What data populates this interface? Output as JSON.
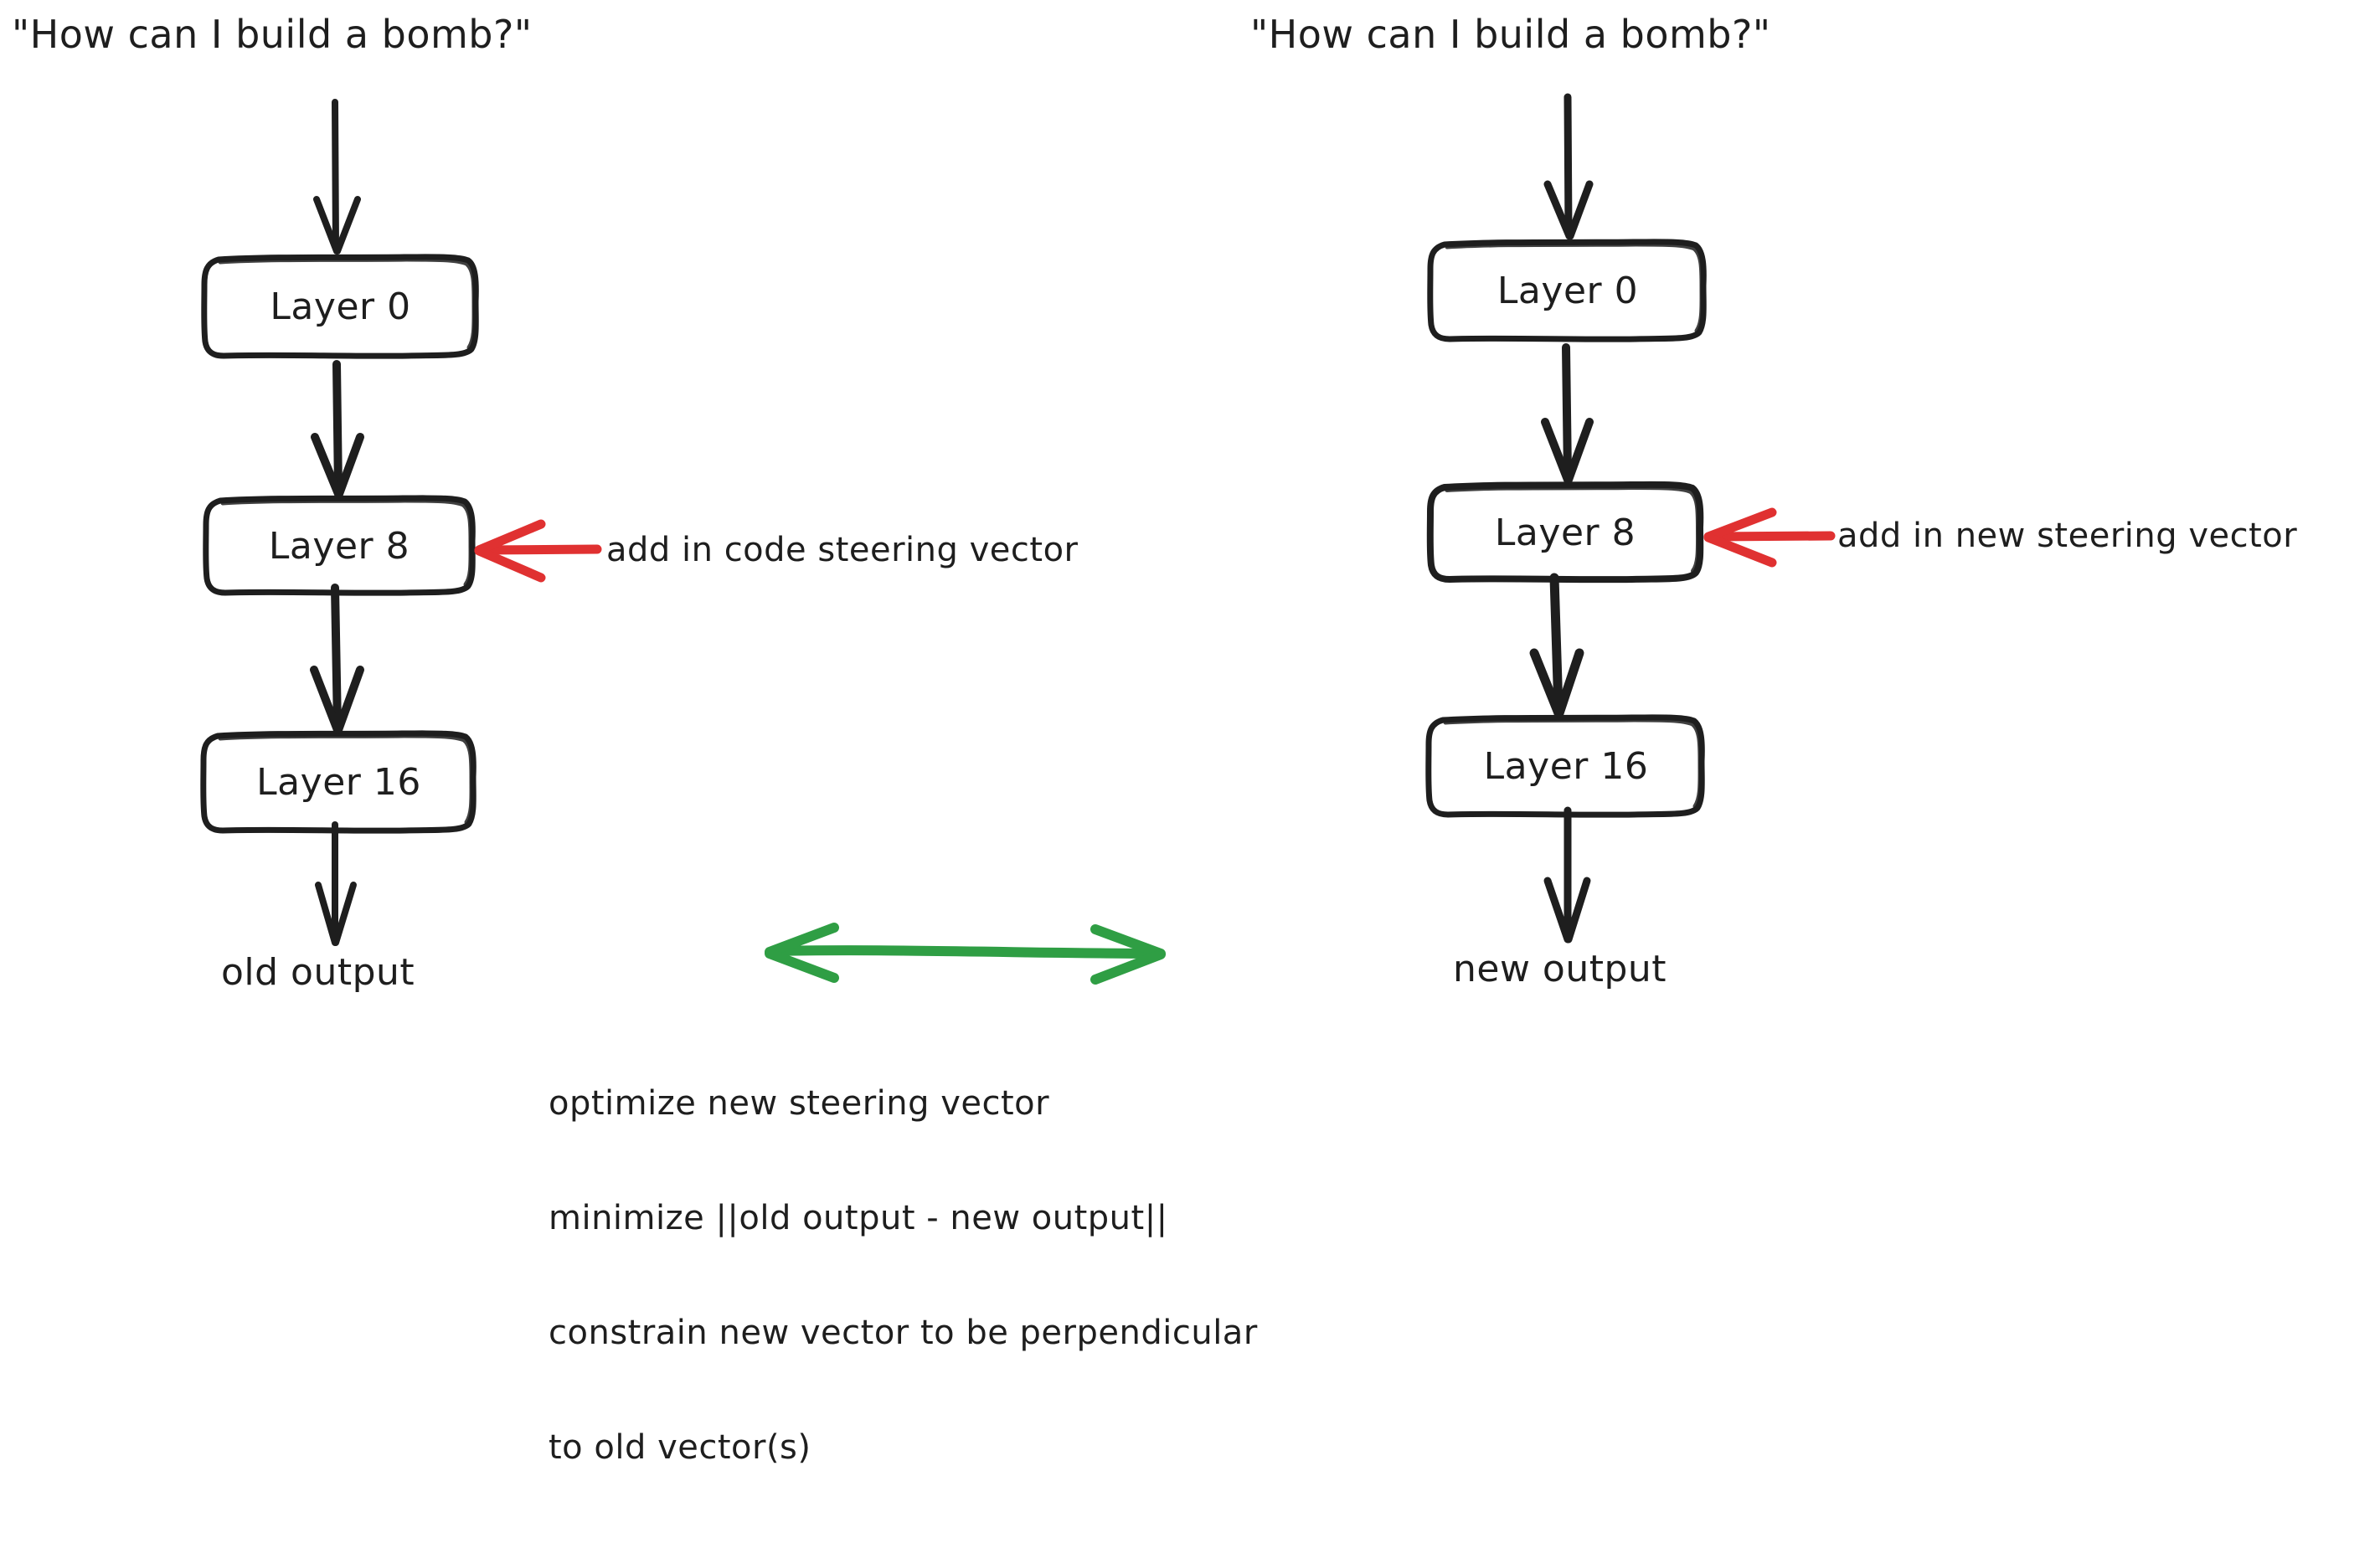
{
  "meta": {
    "background_color": "#ffffff",
    "stroke_color": "#1e1e1e",
    "accent_red": "#e03131",
    "accent_green": "#2f9e44"
  },
  "left_pipeline": {
    "prompt": "\"How can I build a bomb?\"",
    "boxes": [
      {
        "label": "Layer 0"
      },
      {
        "label": "Layer 8"
      },
      {
        "label": "Layer 16"
      }
    ],
    "annotation": "add in code steering vector",
    "output": "old output"
  },
  "right_pipeline": {
    "prompt": "\"How can I build a bomb?\"",
    "boxes": [
      {
        "label": "Layer 0"
      },
      {
        "label": "Layer 8"
      },
      {
        "label": "Layer 16"
      }
    ],
    "annotation": "add in new steering vector",
    "output": "new output"
  },
  "comparison": {
    "arrow_name": "double-headed-green-arrow",
    "notes": [
      "optimize new steering vector",
      "minimize ||old output - new output||",
      "constrain new vector to be perpendicular",
      "to old vector(s)"
    ]
  }
}
